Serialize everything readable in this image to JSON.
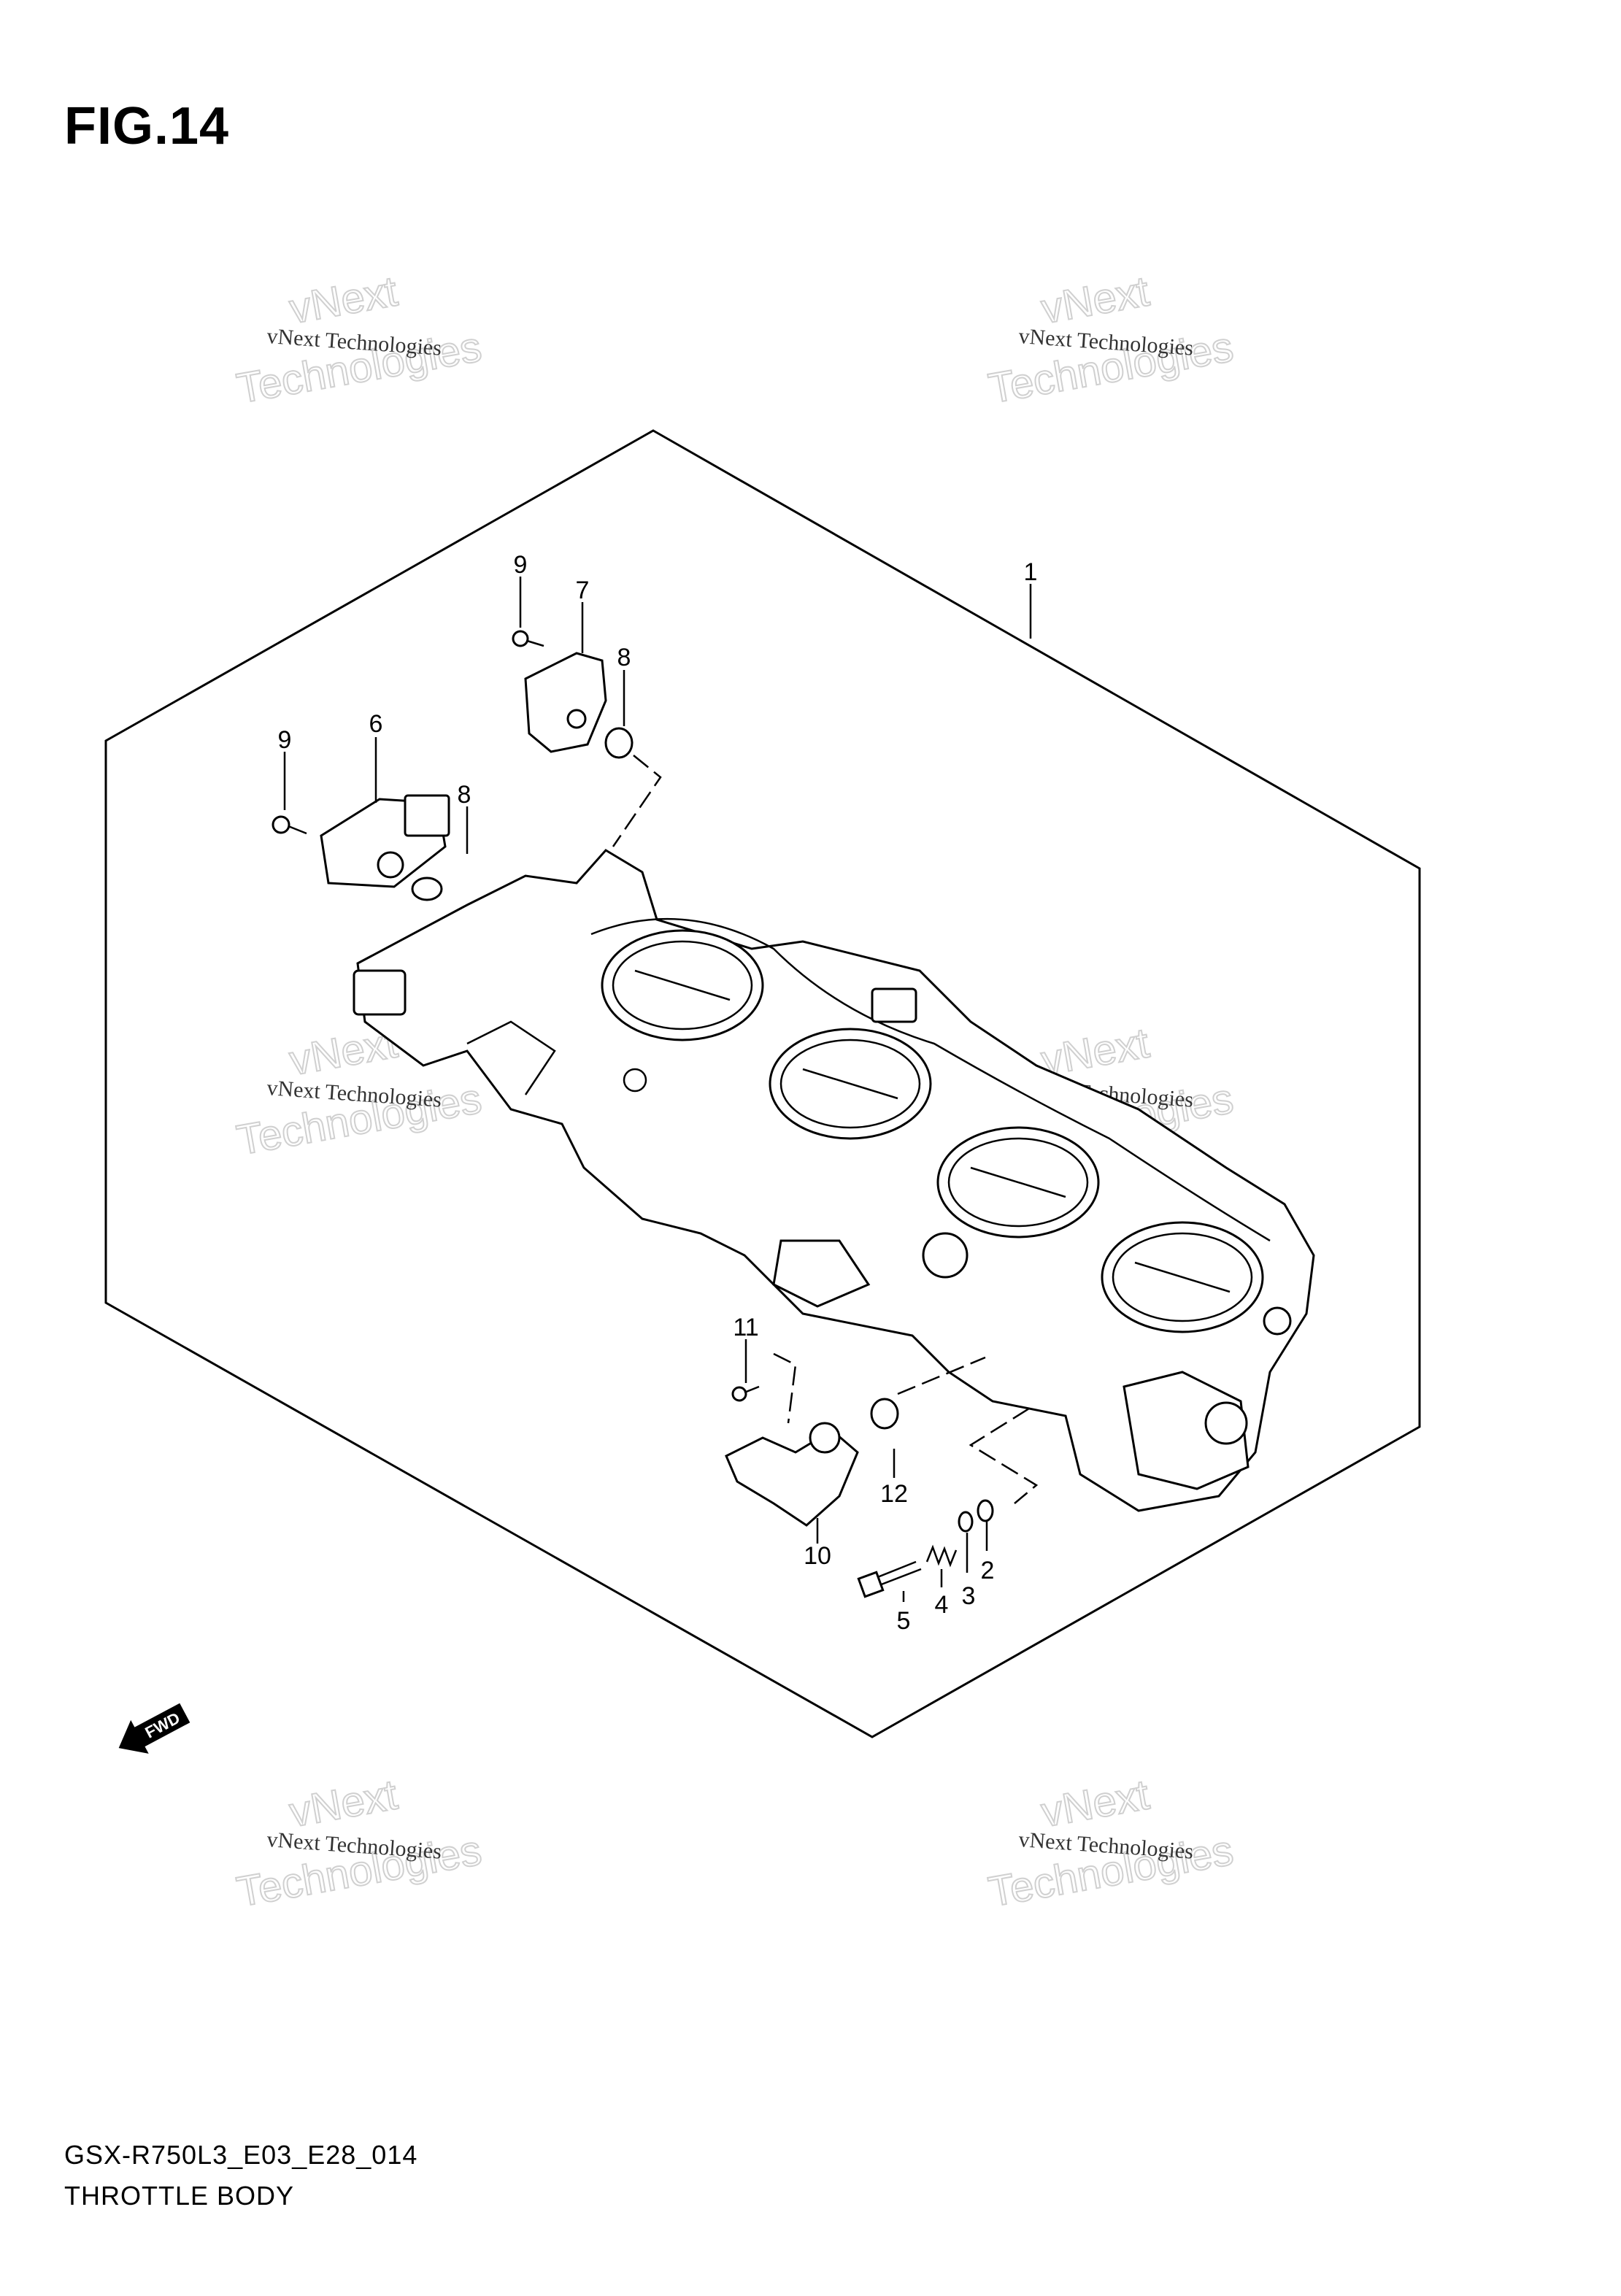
{
  "figure": {
    "title": "FIG.14",
    "model_code": "GSX-R750L3_E03_E28_014",
    "section_name": "THROTTLE BODY"
  },
  "callouts": [
    "1",
    "2",
    "3",
    "4",
    "5",
    "6",
    "7",
    "8",
    "8",
    "9",
    "9",
    "10",
    "11",
    "12"
  ],
  "direction_marker": "FWD",
  "watermark": {
    "small": "vNext Technologies",
    "big_top": "vNext",
    "big_bottom": "Technologies"
  }
}
